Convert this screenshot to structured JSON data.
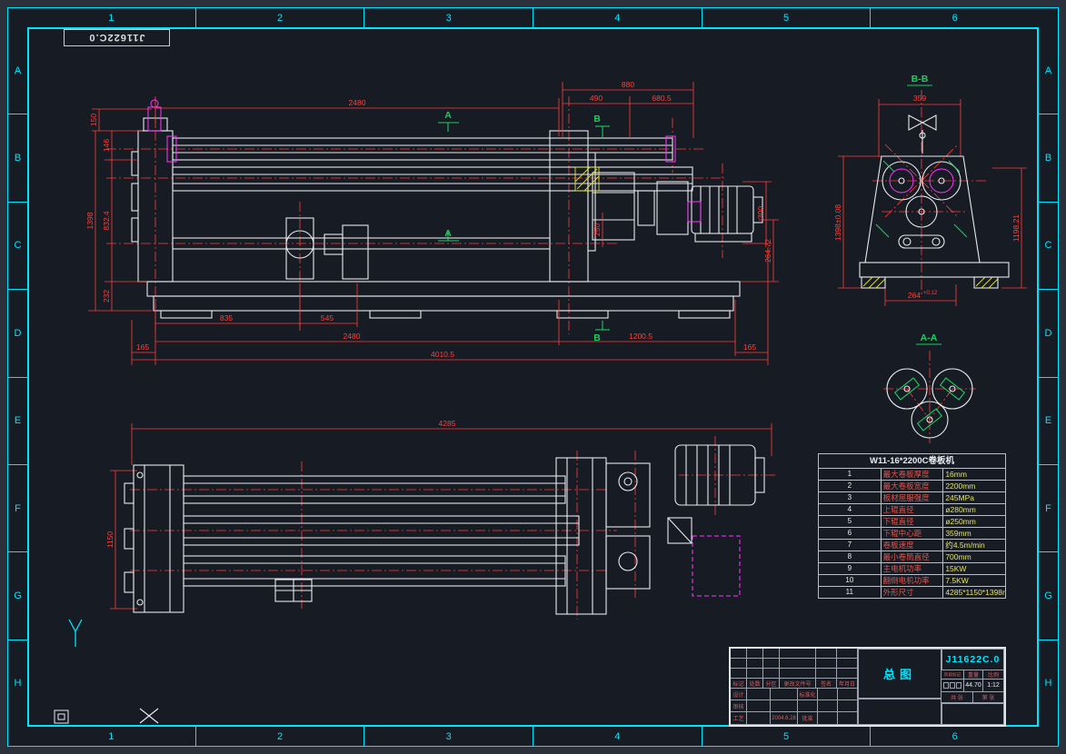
{
  "sheet": {
    "mirrored_drawing_no": "J11622C.0"
  },
  "border": {
    "columns": [
      "1",
      "2",
      "3",
      "4",
      "5",
      "6"
    ],
    "rows": [
      "A",
      "B",
      "C",
      "D",
      "E",
      "F",
      "G",
      "H"
    ]
  },
  "front_view": {
    "section_label_a": "A",
    "section_label_b": "B",
    "dims": {
      "top_2480": "2480",
      "top_880": "880",
      "top_490": "490",
      "top_680_5": "680.5",
      "left_150": "150",
      "left_146": "146",
      "left_832_4": "832.4",
      "left_1398": "1398",
      "left_232": "232",
      "mid_250": "250",
      "right_300": "300",
      "right_264_72": "264.72",
      "bot_835": "835",
      "bot_545": "545",
      "bot_2480": "2480",
      "bot_1200_5": "1200.5",
      "bot_165_left": "165",
      "bot_165_right": "165",
      "bot_4010_5": "4010.5"
    }
  },
  "section_bb": {
    "title": "B-B",
    "dims": {
      "top_359": "359",
      "left_1398": "1398±0.08",
      "right_1198_21": "1198.21",
      "bot_264": "264",
      "bot_264_tol": "+0.12"
    }
  },
  "section_aa": {
    "title": "A-A"
  },
  "plan_view": {
    "dims": {
      "top_4285": "4285",
      "left_1150": "1150"
    }
  },
  "spec_table": {
    "title": "W11-16*2200C卷板机",
    "rows": [
      {
        "no": "1",
        "name": "最大卷板厚度",
        "value": "16mm"
      },
      {
        "no": "2",
        "name": "最大卷板宽度",
        "value": "2200mm"
      },
      {
        "no": "3",
        "name": "板材屈服强度",
        "value": "245MPa"
      },
      {
        "no": "4",
        "name": "上辊直径",
        "value": "ø280mm"
      },
      {
        "no": "5",
        "name": "下辊直径",
        "value": "ø250mm"
      },
      {
        "no": "6",
        "name": "下辊中心距",
        "value": "359mm"
      },
      {
        "no": "7",
        "name": "卷板速度",
        "value": "约4.5m/min"
      },
      {
        "no": "8",
        "name": "最小卷筒直径",
        "value": "700mm"
      },
      {
        "no": "9",
        "name": "主电机功率",
        "value": "15KW"
      },
      {
        "no": "10",
        "name": "翻倒电机功率",
        "value": "7.5KW"
      },
      {
        "no": "11",
        "name": "外形尺寸",
        "value": "4285*1150*1398mm"
      }
    ]
  },
  "title_block": {
    "part_name": "总图",
    "drawing_no": "J11622C.0",
    "headers": {
      "mark": "标记",
      "count": "处数",
      "zone": "分区",
      "change_no": "更改文件号",
      "sign": "签名",
      "date": "年月日"
    },
    "roles": {
      "design": "设计",
      "standard": "标准化",
      "review": "审核",
      "process": "工艺",
      "approve": "批准"
    },
    "stage_label": "阶段标记",
    "weight_label": "重量",
    "scale_label": "比例",
    "weight": "44.70",
    "scale": "1:12",
    "sheet_total": "共 张",
    "sheet_no": "第 张",
    "date": "2004.6.28"
  }
}
